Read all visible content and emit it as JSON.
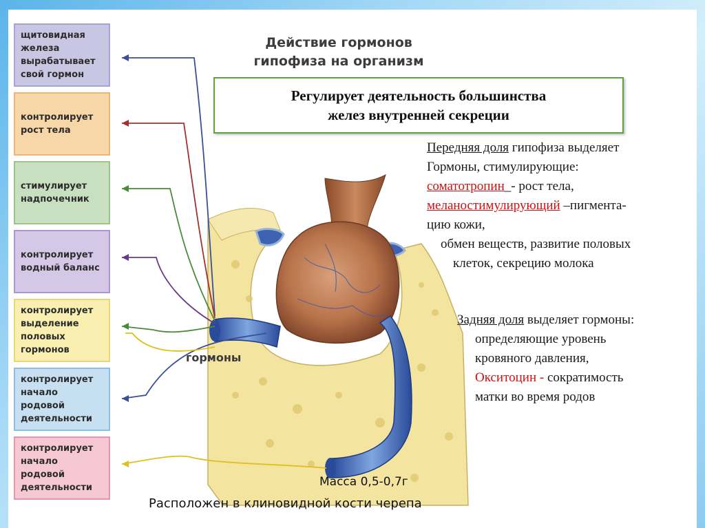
{
  "title_lines": [
    "Действие гормонов",
    "гипофиза на организм"
  ],
  "main_box": [
    "Регулирует деятельность большинства",
    "желез внутренней секреции"
  ],
  "side_boxes": [
    {
      "text": "щитовидная железа вырабатывает свой гормон",
      "color": "#c9c6e3",
      "border": "#aaa4d3"
    },
    {
      "text": "контролирует рост тела",
      "color": "#f7d6a8",
      "border": "#e8b679"
    },
    {
      "text": "стимулирует надпочечник",
      "color": "#c8e0c0",
      "border": "#9ac48b"
    },
    {
      "text": "контролирует водный баланс",
      "color": "#d4c8e6",
      "border": "#ac98d0"
    },
    {
      "text": "контролирует выделение половых гормонов",
      "color": "#f9efb0",
      "border": "#e8d774"
    },
    {
      "text": "контролирует начало родовой деятельности",
      "color": "#c6e0f2",
      "border": "#8fbfe3"
    },
    {
      "text": "контролирует начало родовой деятельности",
      "color": "#f5c8d4",
      "border": "#e596ac"
    }
  ],
  "anterior": {
    "line1_u": "Передняя доля",
    "line1_rest": " гипофиза выделяет",
    "line2": "Гормоны, стимулирующие:",
    "line3_red": "соматотропин",
    "line3_rest": "_- рост тела,",
    "line4_red": "меланостимулирующий",
    "line4_rest": " –пигмента-",
    "line5": "цию кожи,",
    "line6": "обмен веществ, развитие половых",
    "line7": "клеток,  секрецию молока"
  },
  "posterior": {
    "line1_u": "Задняя доля",
    "line1_rest": " выделяет гормоны:",
    "line2": "определяющие уровень",
    "line3": "кровяного давления,",
    "line4_red": "Окситоцин - ",
    "line4_rest": "сократимость",
    "line5": "матки   во время родов"
  },
  "hormones_label": "гормоны",
  "mass": "Масса 0,5-0,7г",
  "location": "Расположен в клиновидной кости черепа",
  "colors": {
    "arrow_blue": "#3a4f9a",
    "arrow_red": "#a0322e",
    "arrow_green": "#4a8a3a",
    "arrow_purple": "#6a3a8a",
    "arrow_yellow": "#e0c020",
    "bone": "#f3e4a0",
    "gland": "#b8734a",
    "vessel": "#3a5fb0"
  }
}
